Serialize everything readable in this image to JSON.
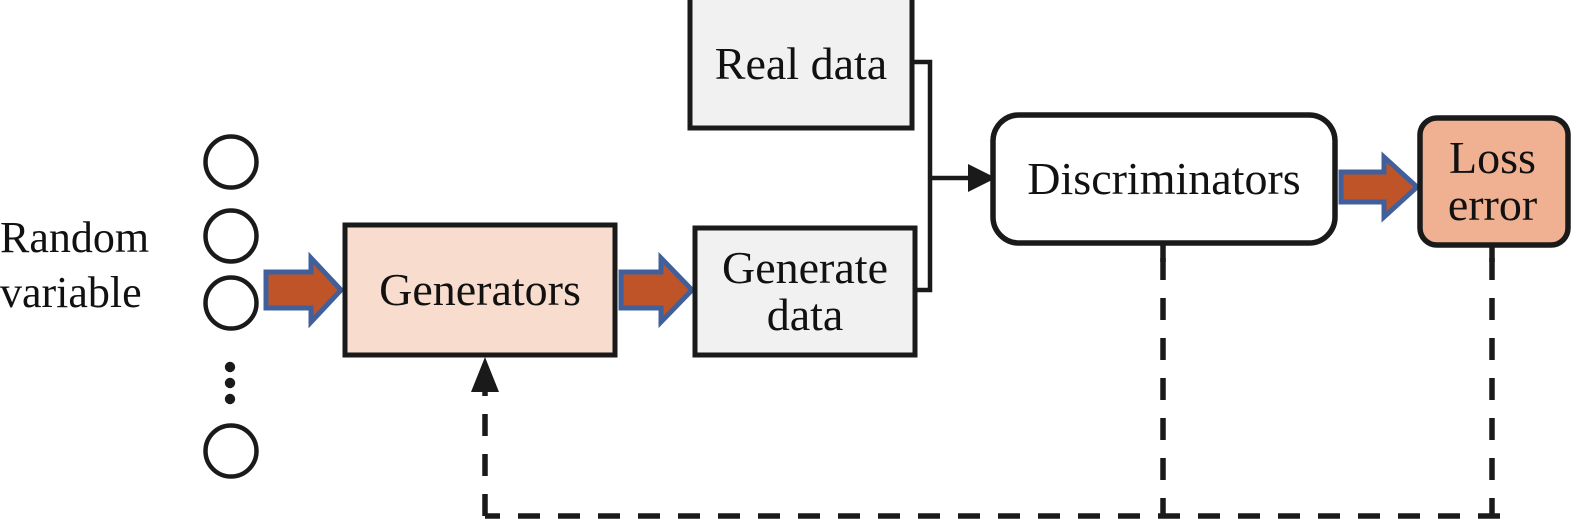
{
  "diagram": {
    "title": "GAN architecture block diagram",
    "colors": {
      "box_stroke": "#1a1a1a",
      "generators_fill": "#f8dccd",
      "data_box_fill": "#f1f1f1",
      "discriminators_fill": "#ffffff",
      "loss_fill": "#efb191",
      "arrow_fill": "#bf5429",
      "arrow_stroke": "#41609b",
      "line_color": "#1a1a1a",
      "text_color": "#111111",
      "background": "#ffffff"
    },
    "nodes": {
      "random_variable": {
        "label": "Random\nvariable",
        "shape": "text"
      },
      "generators": {
        "label": "Generators",
        "shape": "rect"
      },
      "real_data": {
        "label": "Real data",
        "shape": "rect"
      },
      "generate_data": {
        "label": "Generate\ndata",
        "shape": "rect"
      },
      "discriminators": {
        "label": "Discriminators",
        "shape": "rounded-rect"
      },
      "loss_error": {
        "label": "Loss\nerror",
        "shape": "rounded-rect"
      }
    },
    "input_nodes": {
      "name": "random-variable-neurons",
      "count": 4,
      "ellipsis_dots": 3
    },
    "connections": [
      {
        "name": "random-variable-to-generators",
        "style": "block-arrow"
      },
      {
        "name": "generators-to-generate-data",
        "style": "block-arrow"
      },
      {
        "name": "real-data-to-bus",
        "style": "solid-line"
      },
      {
        "name": "generate-data-to-bus",
        "style": "solid-line"
      },
      {
        "name": "bus-to-discriminators",
        "style": "solid-arrow"
      },
      {
        "name": "discriminators-to-loss-error",
        "style": "block-arrow"
      },
      {
        "name": "loss-error-feedback",
        "style": "dashed-line"
      },
      {
        "name": "discriminators-feedback",
        "style": "dashed-line"
      },
      {
        "name": "feedback-to-generators",
        "style": "dashed-arrow"
      }
    ]
  }
}
